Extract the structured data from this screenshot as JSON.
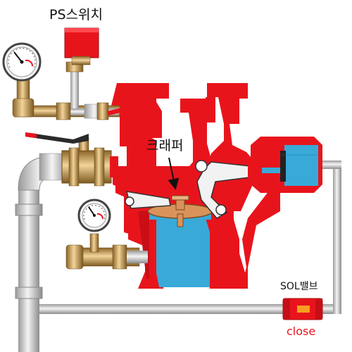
{
  "labels": {
    "pressure_switch": "PS스위치",
    "clapper": "크래퍼",
    "solenoid_valve": "SOL밸브",
    "solenoid_state": "close"
  },
  "colors": {
    "valve_body": "#e8141c",
    "water": "#39a9d8",
    "brass": "#c9a15a",
    "pipe": "#dcdcdc",
    "clapper": "#d9935a",
    "state_text": "#e8141c"
  }
}
